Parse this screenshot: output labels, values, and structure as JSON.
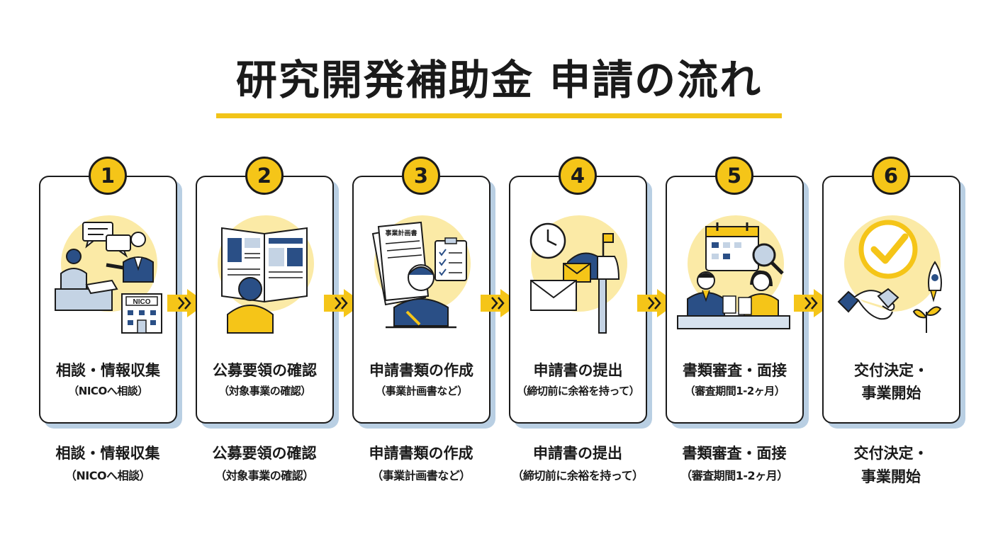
{
  "title": "研究開発補助金 申請の流れ",
  "colors": {
    "accent": "#f5c518",
    "ink": "#1b1b1b",
    "navy": "#2a4f86",
    "shadow": "#b9cfe3",
    "circle": "#fbeaa6"
  },
  "steps": [
    {
      "number": "1",
      "label": "相談・情報収集",
      "sub": "（NICOへ相談）",
      "icon": "consultation-icon",
      "sign": "NICO"
    },
    {
      "number": "2",
      "label": "公募要領の確認",
      "sub": "（対象事業の確認）",
      "icon": "open-brochure-icon"
    },
    {
      "number": "3",
      "label": "申請書類の作成",
      "sub": "（事業計画書など）",
      "icon": "writing-document-icon",
      "doc": "事業計画書"
    },
    {
      "number": "4",
      "label": "申請書の提出",
      "sub": "（締切前に余裕を持って）",
      "icon": "mailbox-icon"
    },
    {
      "number": "5",
      "label": "書類審査・面接",
      "sub": "（審査期間1-2ヶ月）",
      "icon": "interview-icon"
    },
    {
      "number": "6",
      "label": "交付決定・",
      "sub": "事業開始",
      "icon": "approval-handshake-icon"
    }
  ]
}
